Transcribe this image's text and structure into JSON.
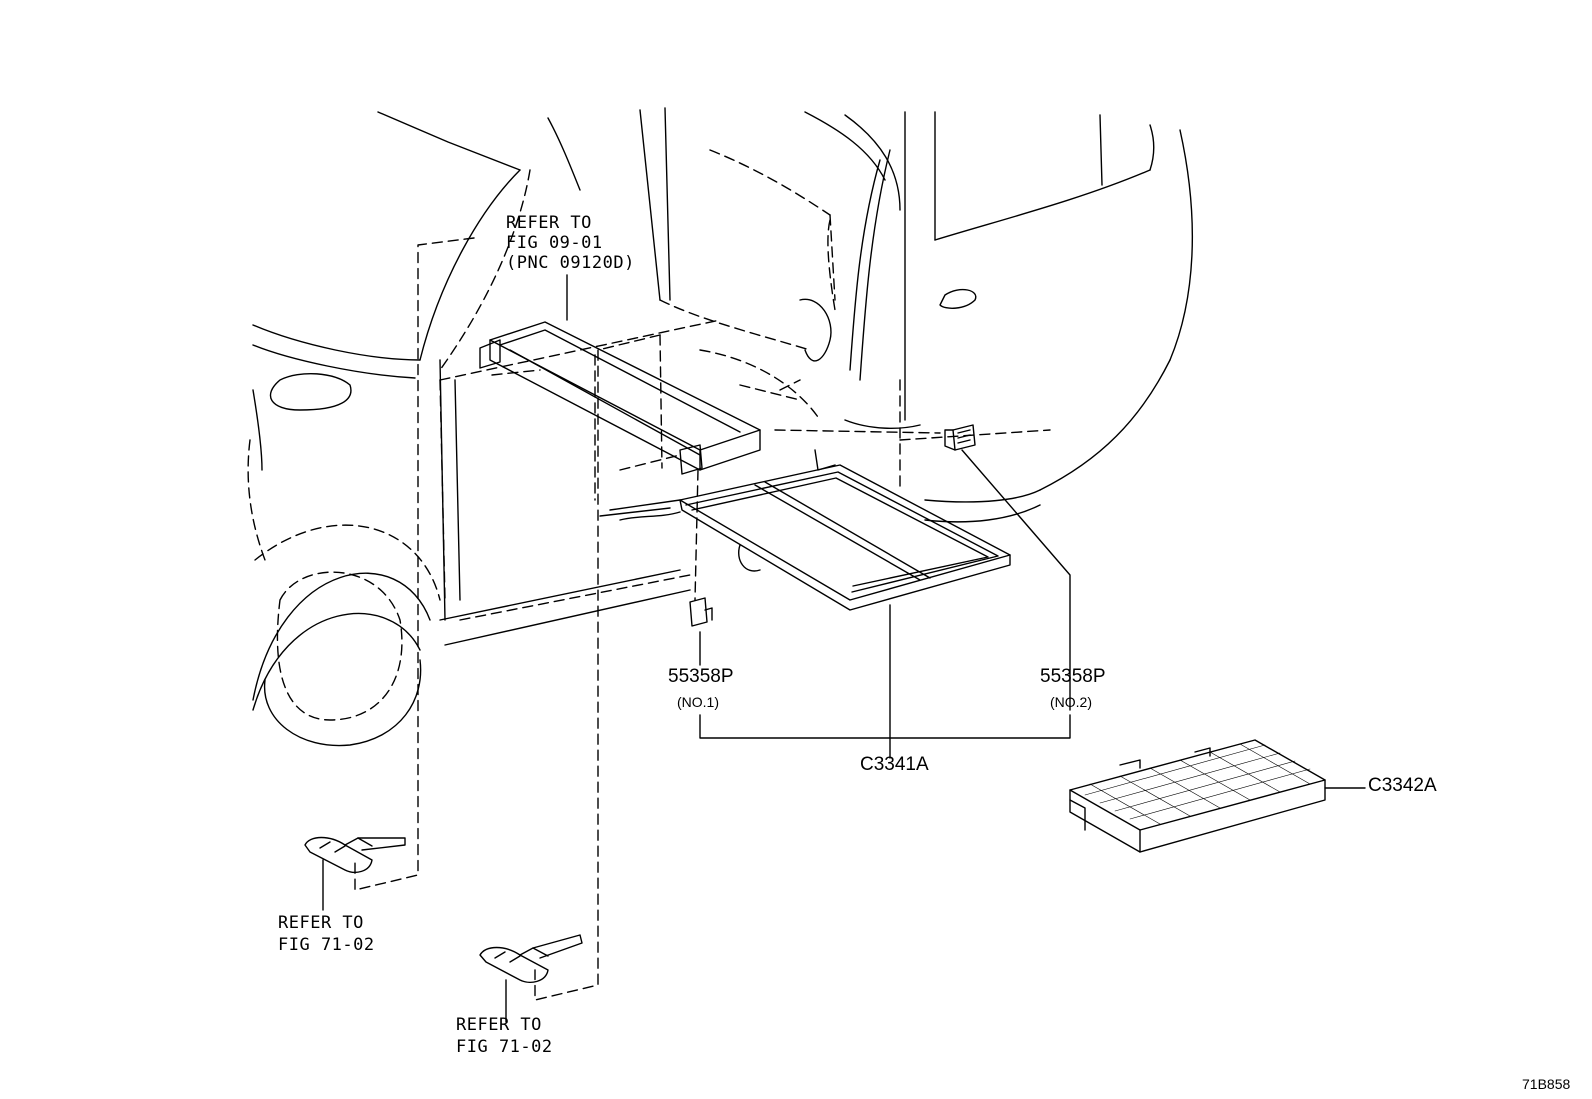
{
  "refs": {
    "top": [
      "REFER TO",
      "FIG 09-01",
      "(PNC 09120D)"
    ],
    "bottom_left": [
      "REFER TO",
      "FIG 71-02"
    ],
    "bottom_mid": [
      "REFER TO",
      "FIG 71-02"
    ]
  },
  "parts": {
    "p55358_no1": {
      "code": "55358P",
      "note": "(NO.1)"
    },
    "p55358_no2": {
      "code": "55358P",
      "note": "(NO.2)"
    },
    "c3341a": "C3341A",
    "c3342a": "C3342A"
  },
  "figure_code": "71B858"
}
